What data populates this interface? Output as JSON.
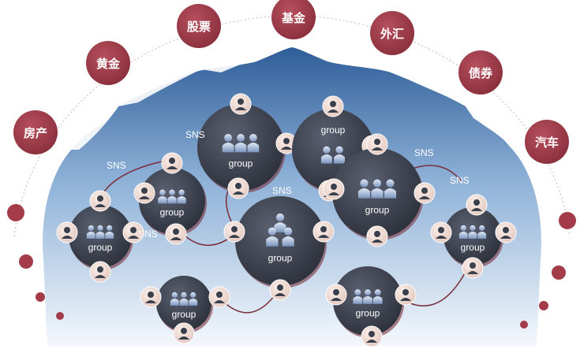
{
  "topics": {
    "real_estate": "房产",
    "gold": "黄金",
    "stocks": "股票",
    "funds": "基金",
    "forex": "外汇",
    "bonds": "债券",
    "autos": "汽车"
  },
  "group_label": "group",
  "sns_label": "SNS",
  "colors": {
    "topic_fill": "#9b3a48",
    "node_fill": "#3a3f4c",
    "member_fill": "#f1ddd6",
    "sky_top": "#2e5d98",
    "sky_bottom": "#eef4fb",
    "link": "#7a2e3a"
  }
}
